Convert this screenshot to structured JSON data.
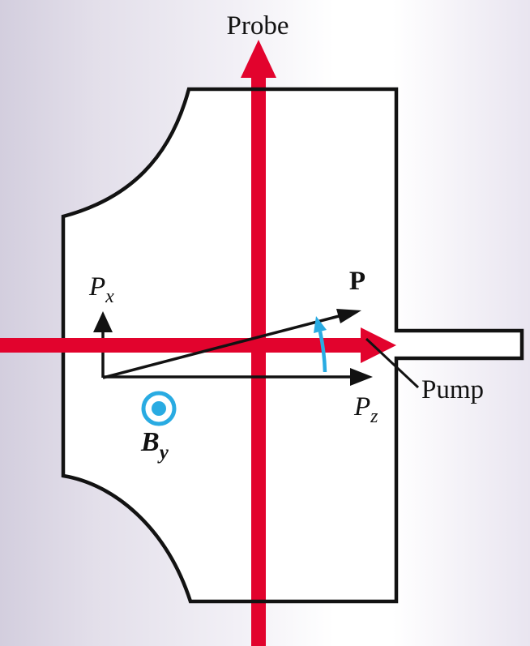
{
  "figure": {
    "type": "physics-schematic",
    "subject": "vapor cell with pump and probe beams, polarization vectors and transverse magnetic field"
  },
  "labels": {
    "probe": "Probe",
    "pump": "Pump",
    "polarization_vector": "P",
    "px_base": "P",
    "px_sub": "x",
    "pz_base": "P",
    "pz_sub": "z",
    "by_base": "B",
    "by_sub": "y"
  },
  "icons": {
    "field_out_of_page": "circled-dot ⊙",
    "probe_beam_arrow": "up-arrow",
    "pump_beam_arrow": "right-arrow",
    "tilt_angle_arc": "counterclockwise-arc-arrow"
  },
  "colors": {
    "beam_red": "#e2032d",
    "accent_cyan": "#29abe2",
    "ink_black": "#121212",
    "cell_white": "#ffffff",
    "bg_left": "#d3cede",
    "bg_mid_left": "#e3dfea",
    "bg_light": "#f2f0f6",
    "bg_white": "#ffffff",
    "bg_right": "#e9e5f0"
  }
}
